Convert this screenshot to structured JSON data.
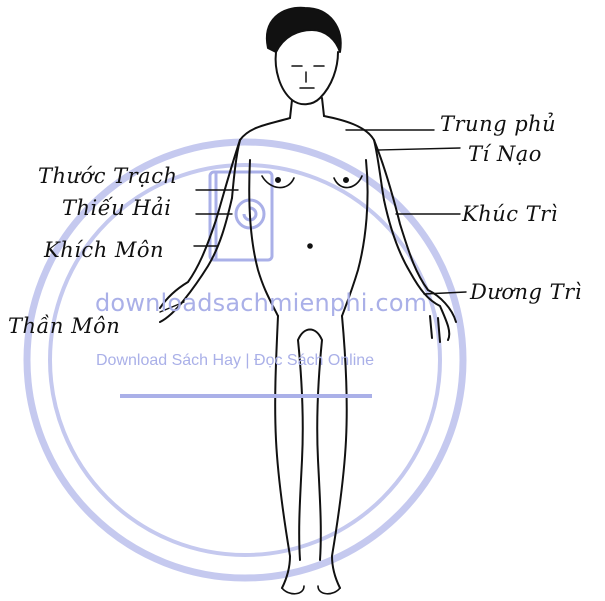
{
  "labels": {
    "trung_phu": "Trung phủ",
    "ti_nao": "Tí Nạo",
    "khuc_tri": "Khúc Trì",
    "duong_tri": "Dương Trì",
    "thuoc_trach": "Thước Trạch",
    "thieu_hai": "Thiếu Hải",
    "khich_mon": "Khích Môn",
    "than_mon": "Thần Môn"
  },
  "watermark": {
    "url": "downloadsachmienphi.com",
    "tagline": "Download Sách Hay | Đọc Sách Online",
    "color": "#aab0e8"
  },
  "colors": {
    "ink": "#111111",
    "watermark": "#aab0e8",
    "background": "#ffffff"
  }
}
